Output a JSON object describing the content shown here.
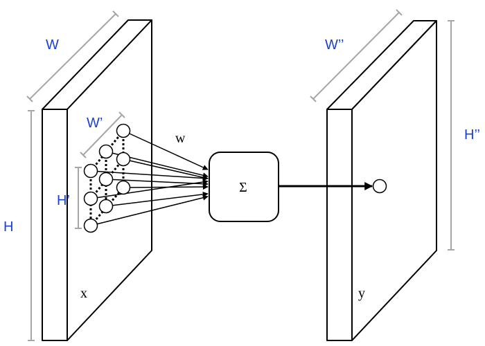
{
  "labels": {
    "input_width": "W",
    "input_height": "H",
    "kernel_width": "W’",
    "kernel_height": "H’",
    "weights": "w",
    "sum": "Σ",
    "input_name": "x",
    "output_width": "W’’",
    "output_height": "H’’",
    "output_name": "y"
  },
  "colors": {
    "dimension_text": "#1a3fd6",
    "dimension_line": "#a6a6a6",
    "stroke": "#000000",
    "background": "#ffffff"
  },
  "kernel": {
    "front_column_nodes": 3,
    "middle_column_nodes": 3,
    "back_column_nodes": 3,
    "output_nodes": 1
  }
}
